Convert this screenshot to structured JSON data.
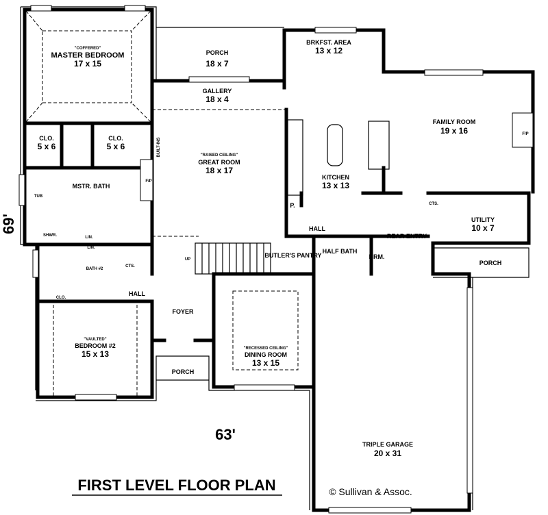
{
  "title": "FIRST LEVEL FLOOR PLAN",
  "copyright": "© Sullivan & Assoc.",
  "dimensions": {
    "width": "63'",
    "depth": "69'"
  },
  "rooms": {
    "master_bedroom": {
      "note": "\"COFFERED\"",
      "name": "MASTER BEDROOM",
      "size": "17 x 15"
    },
    "porch_rear": {
      "name": "PORCH",
      "size": "18 x 7"
    },
    "gallery": {
      "name": "GALLERY",
      "size": "18 x 4"
    },
    "breakfast": {
      "name": "BRKFST. AREA",
      "size": "13 x 12"
    },
    "family_room": {
      "name": "FAMILY ROOM",
      "size": "19 x 16",
      "fireplace": "F/P"
    },
    "closet_left": {
      "name": "CLO.",
      "size": "5 x 6"
    },
    "closet_right": {
      "name": "CLO.",
      "size": "5 x 6"
    },
    "great_room": {
      "note": "\"RAISED CEILING\"",
      "name": "GREAT ROOM",
      "size": "18 x 17",
      "fireplace": "F/P",
      "builtins": "BUILT-INS"
    },
    "kitchen": {
      "name": "KITCHEN",
      "size": "13 x 13",
      "pantry": "P."
    },
    "master_bath": {
      "name": "MSTR. BATH",
      "tub": "TUB",
      "shower": "SHWR.",
      "linen1": "LIN.",
      "linen2": "LIN."
    },
    "hall_center": {
      "name": "HALL"
    },
    "rear_entry": {
      "name": "REAR ENTRY"
    },
    "utility": {
      "name": "UTILITY",
      "size": "10 x 7",
      "cabinets": "CTS."
    },
    "butlers_pantry": {
      "name": "BUTLER'S PANTRY"
    },
    "half_bath": {
      "name": "HALF BATH"
    },
    "broom": {
      "name": "BRM."
    },
    "porch_side": {
      "name": "PORCH"
    },
    "bath2": {
      "name": "BATH #2",
      "cabinets": "CTS."
    },
    "hall_left": {
      "name": "HALL"
    },
    "closet_bed2": {
      "name": "CLO."
    },
    "foyer": {
      "name": "FOYER",
      "stairs": "UP"
    },
    "bedroom2": {
      "note": "\"VAULTED\"",
      "name": "BEDROOM #2",
      "size": "15 x 13"
    },
    "dining_room": {
      "note": "\"RECESSED CEILING\"",
      "name": "DINING ROOM",
      "size": "13 x 15"
    },
    "porch_front": {
      "name": "PORCH"
    },
    "garage": {
      "name": "TRIPLE GARAGE",
      "size": "20 x 31"
    }
  }
}
